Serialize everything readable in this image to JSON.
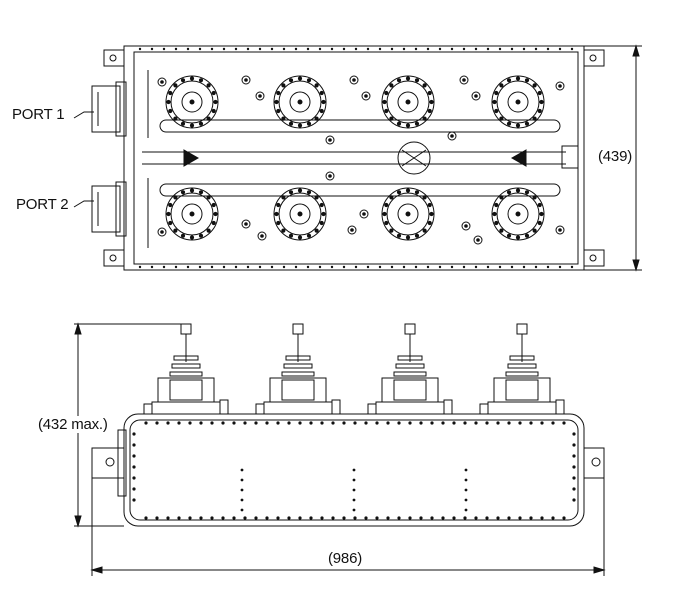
{
  "labels": {
    "port1": "PORT 1",
    "port2": "PORT 2",
    "height_top": "(439)",
    "height_front": "(432 max.)",
    "width_front": "(986)"
  },
  "colors": {
    "line": "#111111",
    "background": "#ffffff"
  }
}
